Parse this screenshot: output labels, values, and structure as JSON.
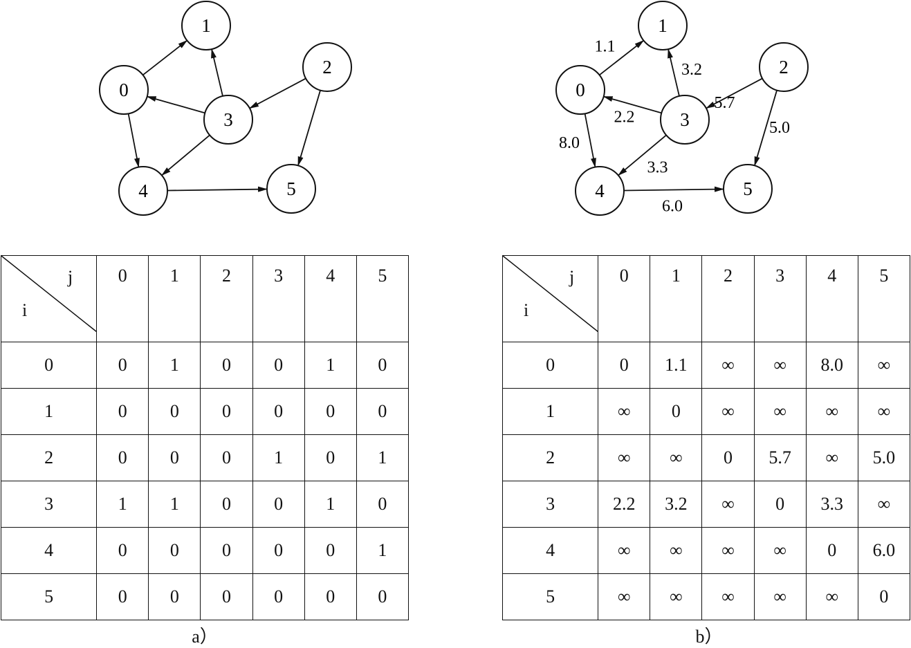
{
  "graph_a": {
    "nodes": [
      {
        "id": "0",
        "label": "0"
      },
      {
        "id": "1",
        "label": "1"
      },
      {
        "id": "2",
        "label": "2"
      },
      {
        "id": "3",
        "label": "3"
      },
      {
        "id": "4",
        "label": "4"
      },
      {
        "id": "5",
        "label": "5"
      }
    ],
    "edges": [
      {
        "from": "0",
        "to": "1",
        "weight": ""
      },
      {
        "from": "0",
        "to": "4",
        "weight": ""
      },
      {
        "from": "3",
        "to": "0",
        "weight": ""
      },
      {
        "from": "3",
        "to": "1",
        "weight": ""
      },
      {
        "from": "3",
        "to": "4",
        "weight": ""
      },
      {
        "from": "2",
        "to": "3",
        "weight": ""
      },
      {
        "from": "2",
        "to": "5",
        "weight": ""
      },
      {
        "from": "4",
        "to": "5",
        "weight": ""
      }
    ]
  },
  "graph_b": {
    "nodes": [
      {
        "id": "0",
        "label": "0"
      },
      {
        "id": "1",
        "label": "1"
      },
      {
        "id": "2",
        "label": "2"
      },
      {
        "id": "3",
        "label": "3"
      },
      {
        "id": "4",
        "label": "4"
      },
      {
        "id": "5",
        "label": "5"
      }
    ],
    "edges": [
      {
        "from": "0",
        "to": "1",
        "weight": "1.1"
      },
      {
        "from": "0",
        "to": "4",
        "weight": "8.0"
      },
      {
        "from": "3",
        "to": "0",
        "weight": "2.2"
      },
      {
        "from": "3",
        "to": "1",
        "weight": "3.2"
      },
      {
        "from": "3",
        "to": "4",
        "weight": "3.3"
      },
      {
        "from": "2",
        "to": "3",
        "weight": "5.7"
      },
      {
        "from": "2",
        "to": "5",
        "weight": "5.0"
      },
      {
        "from": "4",
        "to": "5",
        "weight": "6.0"
      }
    ]
  },
  "matrix_a": {
    "col_symbol": "j",
    "row_symbol": "i",
    "col_headers": [
      "0",
      "1",
      "2",
      "3",
      "4",
      "5"
    ],
    "rows": [
      {
        "header": "0",
        "cells": [
          "0",
          "1",
          "0",
          "0",
          "1",
          "0"
        ]
      },
      {
        "header": "1",
        "cells": [
          "0",
          "0",
          "0",
          "0",
          "0",
          "0"
        ]
      },
      {
        "header": "2",
        "cells": [
          "0",
          "0",
          "0",
          "1",
          "0",
          "1"
        ]
      },
      {
        "header": "3",
        "cells": [
          "1",
          "1",
          "0",
          "0",
          "1",
          "0"
        ]
      },
      {
        "header": "4",
        "cells": [
          "0",
          "0",
          "0",
          "0",
          "0",
          "1"
        ]
      },
      {
        "header": "5",
        "cells": [
          "0",
          "0",
          "0",
          "0",
          "0",
          "0"
        ]
      }
    ]
  },
  "matrix_b": {
    "col_symbol": "j",
    "row_symbol": "i",
    "col_headers": [
      "0",
      "1",
      "2",
      "3",
      "4",
      "5"
    ],
    "rows": [
      {
        "header": "0",
        "cells": [
          "0",
          "1.1",
          "∞",
          "∞",
          "8.0",
          "∞"
        ]
      },
      {
        "header": "1",
        "cells": [
          "∞",
          "0",
          "∞",
          "∞",
          "∞",
          "∞"
        ]
      },
      {
        "header": "2",
        "cells": [
          "∞",
          "∞",
          "0",
          "5.7",
          "∞",
          "5.0"
        ]
      },
      {
        "header": "3",
        "cells": [
          "2.2",
          "3.2",
          "∞",
          "0",
          "3.3",
          "∞"
        ]
      },
      {
        "header": "4",
        "cells": [
          "∞",
          "∞",
          "∞",
          "∞",
          "0",
          "6.0"
        ]
      },
      {
        "header": "5",
        "cells": [
          "∞",
          "∞",
          "∞",
          "∞",
          "∞",
          "0"
        ]
      }
    ]
  },
  "captions": {
    "a": "a）",
    "b": "b）"
  }
}
